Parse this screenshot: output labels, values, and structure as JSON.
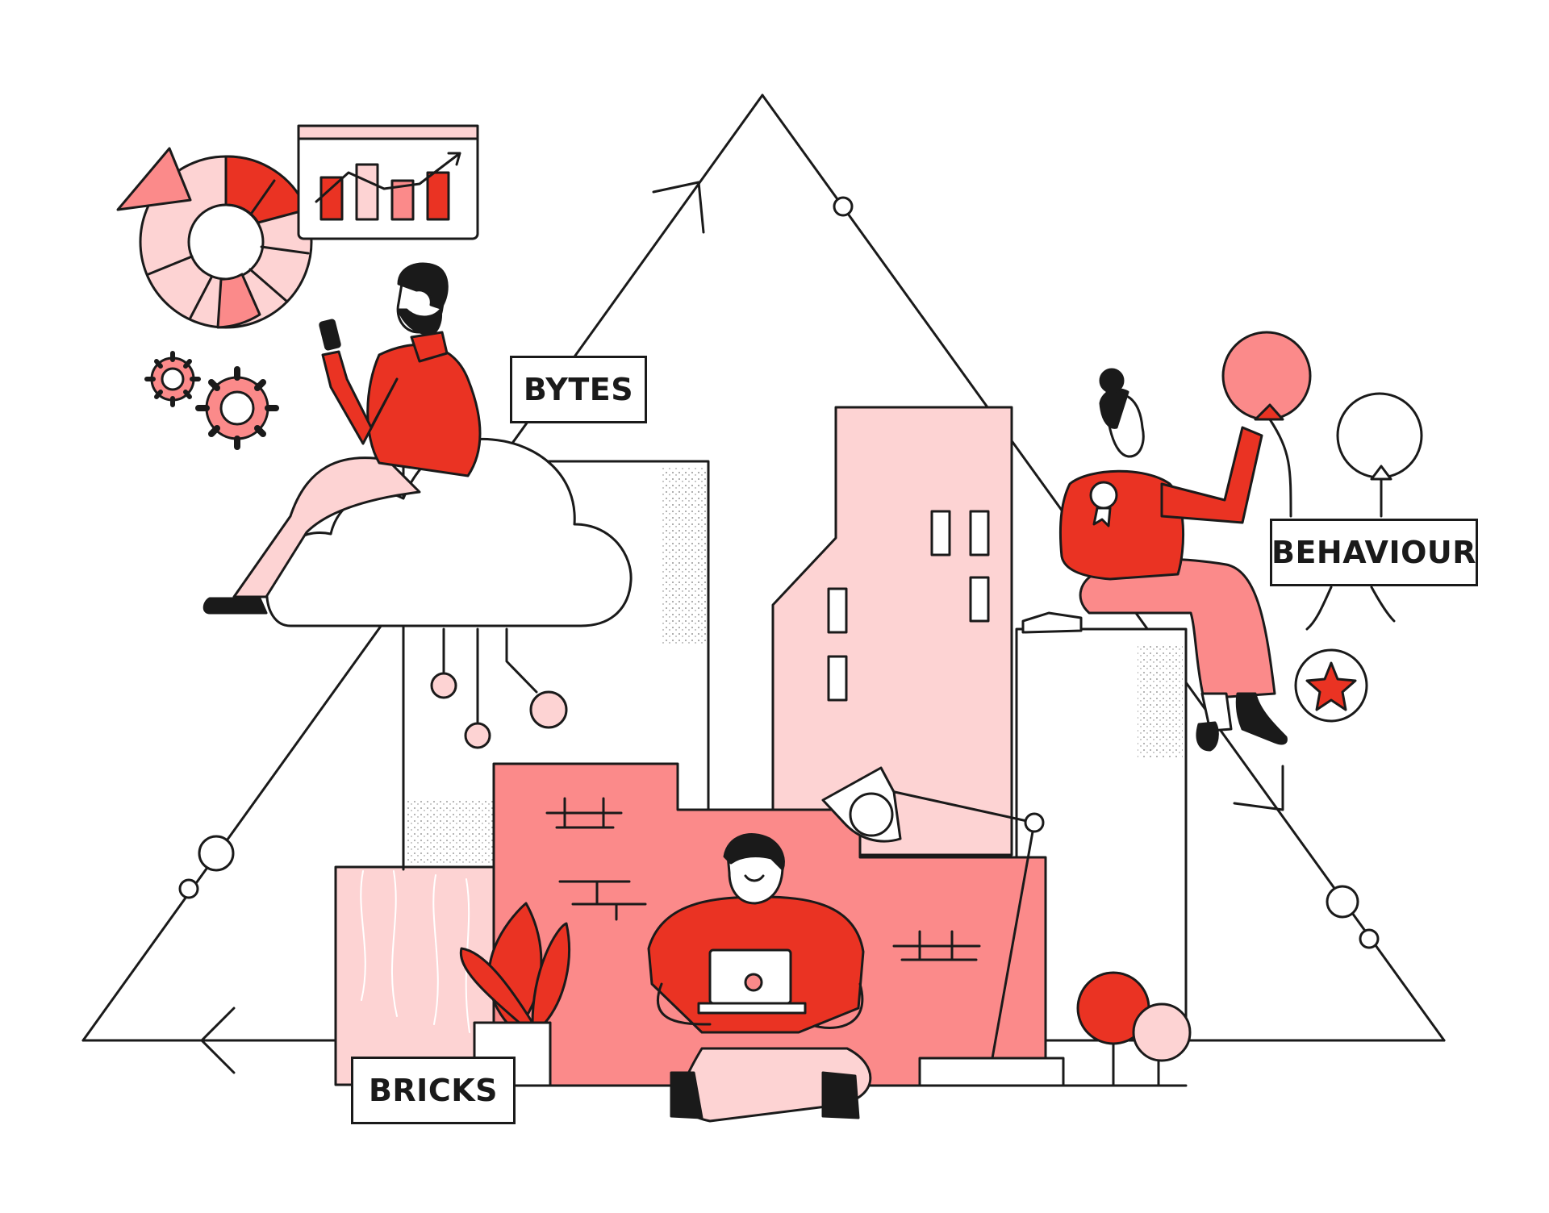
{
  "labels": {
    "bytes": "BYTES",
    "behaviour": "BEHAVIOUR",
    "bricks": "BRICKS"
  },
  "colors": {
    "ink": "#1a1a1a",
    "red": "#ea3323",
    "salmon": "#fb8a8a",
    "pink": "#fdd3d3",
    "white": "#ffffff"
  },
  "icons": [
    "donut-chart-icon",
    "bar-chart-icon",
    "gear-icon",
    "cloud-icon",
    "balloon-icon",
    "star-badge-icon",
    "laptop-icon",
    "desk-lamp-icon",
    "plant-icon",
    "tree-icon"
  ]
}
